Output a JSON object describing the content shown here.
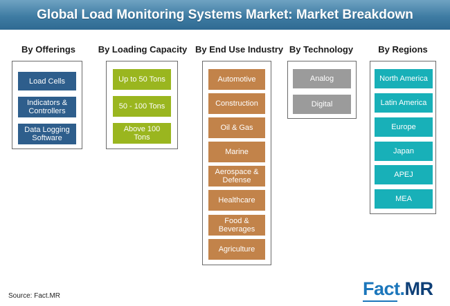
{
  "title": "Global Load Monitoring Systems Market: Market Breakdown",
  "columns": [
    {
      "heading": "By Offerings",
      "items": [
        "Load Cells",
        "Indicators & Controllers",
        "Data Logging Software"
      ]
    },
    {
      "heading": "By Loading Capacity",
      "items": [
        "Up to 50 Tons",
        "50 - 100 Tons",
        "Above 100 Tons"
      ]
    },
    {
      "heading": "By End Use Industry",
      "items": [
        "Automotive",
        "Construction",
        "Oil & Gas",
        "Marine",
        "Aerospace & Defense",
        "Healthcare",
        "Food & Beverages",
        "Agriculture"
      ]
    },
    {
      "heading": "By Technology",
      "items": [
        "Analog",
        "Digital"
      ]
    },
    {
      "heading": "By Regions",
      "items": [
        "North America",
        "Latin America",
        "Europe",
        "Japan",
        "APEJ",
        "MEA"
      ]
    }
  ],
  "source": "Source: Fact.MR",
  "logo": {
    "brand": "Fact",
    "dot": ".",
    "suffix": "MR"
  },
  "colors": {
    "banner": "#3f7ca3",
    "offerings": "#2e5e8c",
    "loading_capacity": "#9ab61f",
    "end_use_industry": "#c2834a",
    "technology": "#9b9b9b",
    "regions": "#18b0b8"
  }
}
